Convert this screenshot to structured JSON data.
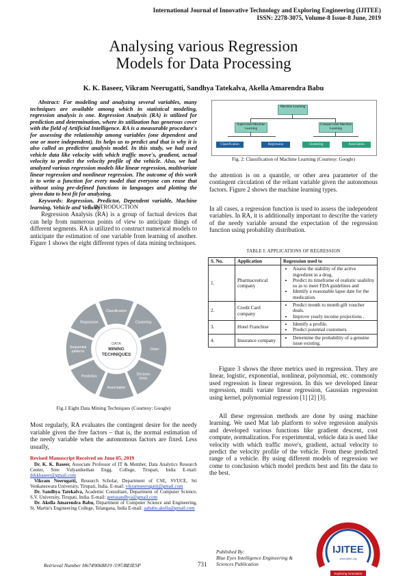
{
  "header": {
    "journal": "International Journal of Innovative Technology and Exploring Engineering (IJITEE)",
    "issn": "ISSN: 2278-3075, Volume-8 Issue-8 June, 2019"
  },
  "title": "Analysing various Regression Models for Data Processing",
  "authors": "K. K. Baseer, Vikram Neerugatti, Sandhya Tatekalva, Akella Amarendra Babu",
  "abstract": "Abstract: For modeling and analyzing several variables, many techniques are available among which in statistical modeling, regression analysis is one. Regression Analysis (RA) is utilized for prediction and determination, where its utilization has generous cover with the field of Artificial Intelligence. RA is a measurable procedure's for assessing the relationship among variables (one dependent and one or more independent). Its helps us to predict and that is why it is also called as predictive analysis model. In this study, we had used vehicle data like velocity with which traffic move's, gradient, actual velocity to predict the velocity profile of the vehicle. Also, we had analyzed various regression models like linear regression, multivariate linear regression and nonlinear regression. The outcome of this work is to write a function for every model that everyone can reuse that without using pre-defined functions in languages and plotting the given data to best fit for analyzing.",
  "keywords": "Keywords: Regression, Predictor, Dependent variable, Machine learning, Vehicle and Velocity",
  "intro_heading": "I.    INTRODUCTION",
  "intro_p1": "Regression Analysis (RA) is a group of factual devices that can help from numerous points of view to anticipate things of different segments. RA is utilized to construct numerical models to anticipate the estimation of one variable from learning of another. Figure 1 shows the eight different types of data mining techniques.",
  "fig1": {
    "center_line1": "DATA",
    "center_line2": "MINING",
    "center_line3": "TECHNIQUES",
    "segments": [
      "Classification",
      "Clustering",
      "Outer",
      "Decision trees",
      "Association",
      "Prediction",
      "Sequential patterns",
      "Regression"
    ],
    "caption": "Fig.1 Eight Data Mining Techniques (Courtesy: Google)"
  },
  "intro_p2": "Most regularly, RA evaluates the contingent desire for the needy variable given the free factors – that is, the normal estimation of the needy variable when the autonomous factors are fixed. Less usually,",
  "revised": "Revised Manuscript Received on June 05, 2019",
  "affiliations": [
    {
      "name": "Dr. K. K. Baseer,",
      "text": " Associate Professor of IT & Member, Data Analytics Research Center, Sree Vidyanikethan Engg. College, Tirupati, India E-mail: ",
      "email": "drkkbaseer@gmail.com"
    },
    {
      "name": "Vikram Neerugatti,",
      "text": " Research Scholar, Department of CSE, SVUCE, Sri Venkateswara University, Tirupati, India. E-mail: ",
      "email": "vikramneerugatti@gmail.com"
    },
    {
      "name": "Dr. Sandhya Tatekalva,",
      "text": " Academic Consultant, Department of Computer Science, S.V. University, Tirupati, India. E-mail: ",
      "email": "geetasandhya@gmail.com"
    },
    {
      "name": "Dr. Akella Amarendra Babu,",
      "text": " Department of Computer Science and Engineering, St. Martin's Engineering College, Telangana, India E-mail: ",
      "email": "aababu.akella@gmail.com"
    }
  ],
  "fig2": {
    "root": "Machine Learning",
    "mid_left": "Supervised Machine Learning",
    "mid_right": "Unsupervised Machine Learning",
    "leaves": [
      "Classification",
      "Regression",
      "Clustering",
      "Association"
    ],
    "caption": "Fig. 2: Classification of Machine Learning (Courtesy: Google)"
  },
  "right_p1": "the attention is on a quantile, or other area parameter of the contingent circulation of the reliant variable given the autonomous factors. Figure 2 shows the machine learning types.",
  "right_p2": "In all cases, a regression function is used to assess the independent variables. In RA, it is additionally important to describe the variety of the needy variable around the expectation of the regression function using probability distribution.",
  "table_caption": "TABLE I: APPLICATIONS OF REGRESSION",
  "table": {
    "headers": [
      "S. No.",
      "Application",
      "Regression used to"
    ],
    "rows": [
      {
        "no": "1.",
        "app": "Pharmaceutical company",
        "uses": [
          "Assess the stability of the active ingredient in a drug.",
          "Predict its timeframe of realistic usability so as to meet FDA guidelines and",
          "Identify a reasonable lapse date for the medication."
        ]
      },
      {
        "no": "2.",
        "app": "Credit Card company",
        "uses": [
          "Predict month to month gift voucher deals.",
          "Improve yearly income projections ."
        ]
      },
      {
        "no": "3.",
        "app": "Hotel Franchise",
        "uses": [
          "Identify a profile.",
          "Predict potential customers."
        ]
      },
      {
        "no": "4.",
        "app": "Insurance company",
        "uses": [
          "Determine the probability of a genuine issue existing."
        ]
      }
    ]
  },
  "right_p3": "Figure 3 shows the three metrics used in regression. They are linear, logistic, exponential, nonlinear, polynomial, etc. commonly used regression is linear regression. In this we developed linear regression, multi variate linear regression, Gaussian regression using kernel, polynomial regression [1] [2] [3].",
  "right_p4": "All these regression methods are done by using machine learning. We used Mat lab platform to solve regression analysis and developed various functions like gradient descent, cost compute, normalization. For experimental, vehicle data is used like velocity with which traffic move's, gradient, actual velocity to predict the velocity profile of the vehicle. From these predicted range of a vehicle. By using different models of regression we come to conclusion which model predicts best and fits the data to the best.",
  "footer": {
    "retrieval": "Retrieval Number H6749068819 /19©BEIESP",
    "page": "731",
    "published_by": "Published By:",
    "publisher1": "Blue Eyes Intelligence Engineering &",
    "publisher2": "Sciences Publication",
    "logo_text": "IJITEE",
    "logo_ring": "International Journal of Innovative Technology and Exploring Engineering",
    "logo_tagline": "Exploring Innovation",
    "logo_url": "www.ijitee.org"
  },
  "colors": {
    "revised_red": "#c0161c",
    "link_blue": "#1a3fa8",
    "wheel_gray": "#9aa1a6",
    "fig2_green": "#8ccfbe",
    "fig2_blue": "#1f5f9c"
  }
}
